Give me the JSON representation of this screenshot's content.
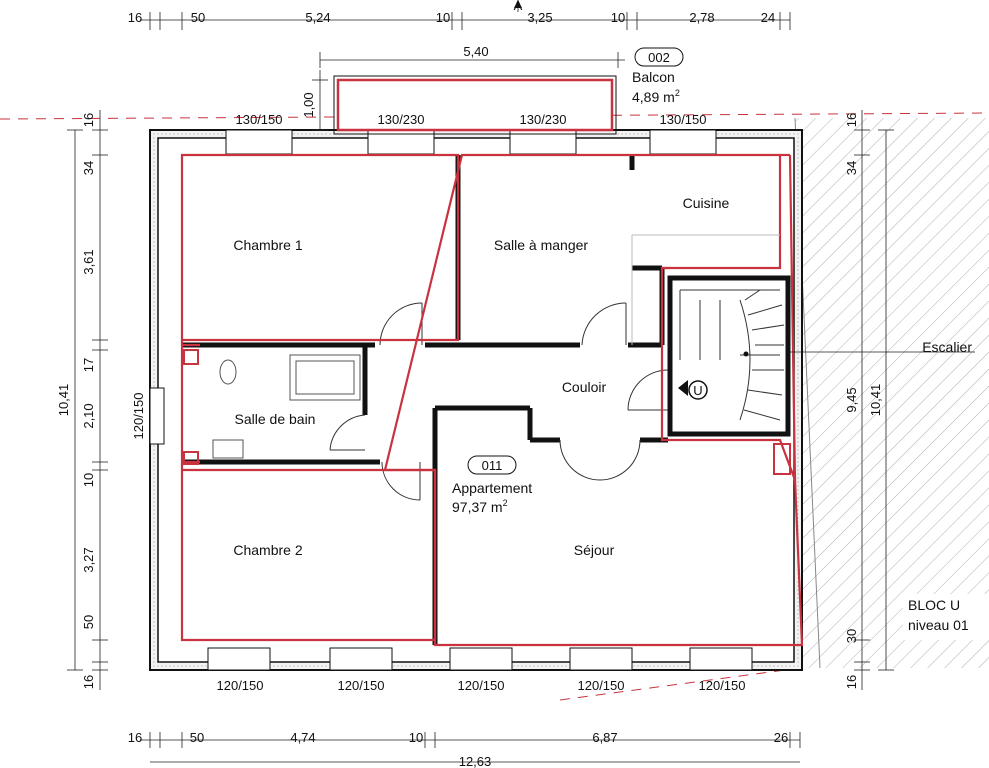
{
  "colors": {
    "wall": "#1a1a1a",
    "boundary": "#c8333f",
    "dimension": "#222222",
    "hatch": "#8a8a8a",
    "background": "#ffffff"
  },
  "apartment": {
    "id": "011",
    "name": "Appartement",
    "area": "97,37 m",
    "area_sup": "2"
  },
  "balcony": {
    "id": "002",
    "name": "Balcon",
    "area": "4,89 m",
    "area_sup": "2"
  },
  "rooms": {
    "chambre1": "Chambre 1",
    "salle_manger": "Salle à manger",
    "cuisine": "Cuisine",
    "salle_bain": "Salle de bain",
    "couloir": "Couloir",
    "chambre2": "Chambre 2",
    "sejour": "Séjour"
  },
  "escalier": "Escalier",
  "bloc": {
    "line1": "BLOC U",
    "line2": "niveau 01"
  },
  "section_mark": "A",
  "elevator_symbol": "U",
  "dimensions": {
    "top": [
      "16",
      "50",
      "5,24",
      "10",
      "3,25",
      "10",
      "2,78",
      "24"
    ],
    "balcony_width": "5,40",
    "balcony_depth": "1,00",
    "bottom": [
      "16",
      "50",
      "4,74",
      "10",
      "6,87",
      "26"
    ],
    "bottom_total": "12,63",
    "left": [
      "16",
      "34",
      "3,61",
      "17",
      "2,10",
      "10",
      "3,27",
      "50",
      "16"
    ],
    "left_total": "10,41",
    "right": [
      "16",
      "34",
      "30",
      "16"
    ],
    "right_inner": "9,45",
    "right_total": "10,41",
    "windows_top": [
      "130/150",
      "130/230",
      "130/230",
      "130/150"
    ],
    "windows_bottom": [
      "120/150",
      "120/150",
      "120/150",
      "120/150",
      "120/150"
    ],
    "window_left": "120/150"
  }
}
